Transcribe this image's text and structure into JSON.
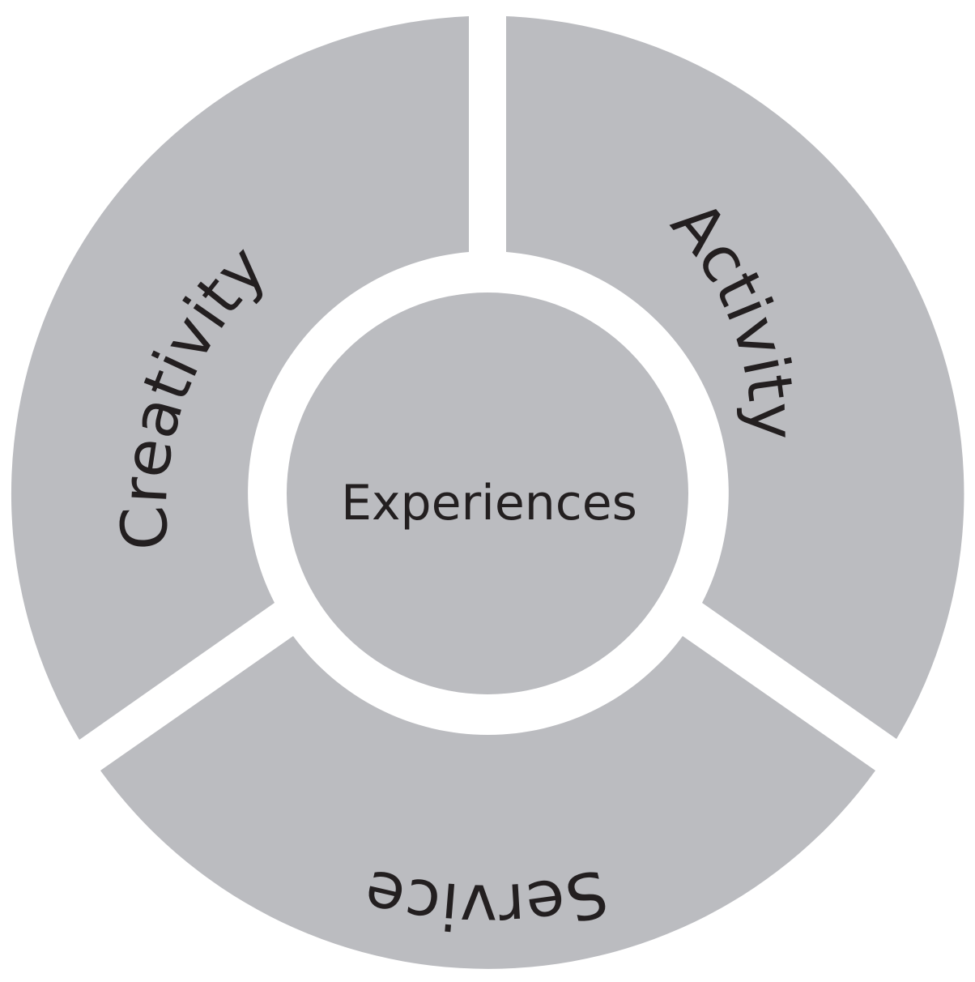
{
  "diagram": {
    "center_label": "Experiences",
    "segments": [
      {
        "id": "creativity",
        "label": "Creativity"
      },
      {
        "id": "activity",
        "label": "Activity"
      },
      {
        "id": "service",
        "label": "Service"
      }
    ],
    "colors": {
      "segment_fill": "#bbbcc0",
      "center_fill": "#bbbcc0",
      "gap": "#ffffff",
      "text": "#231f20"
    }
  }
}
